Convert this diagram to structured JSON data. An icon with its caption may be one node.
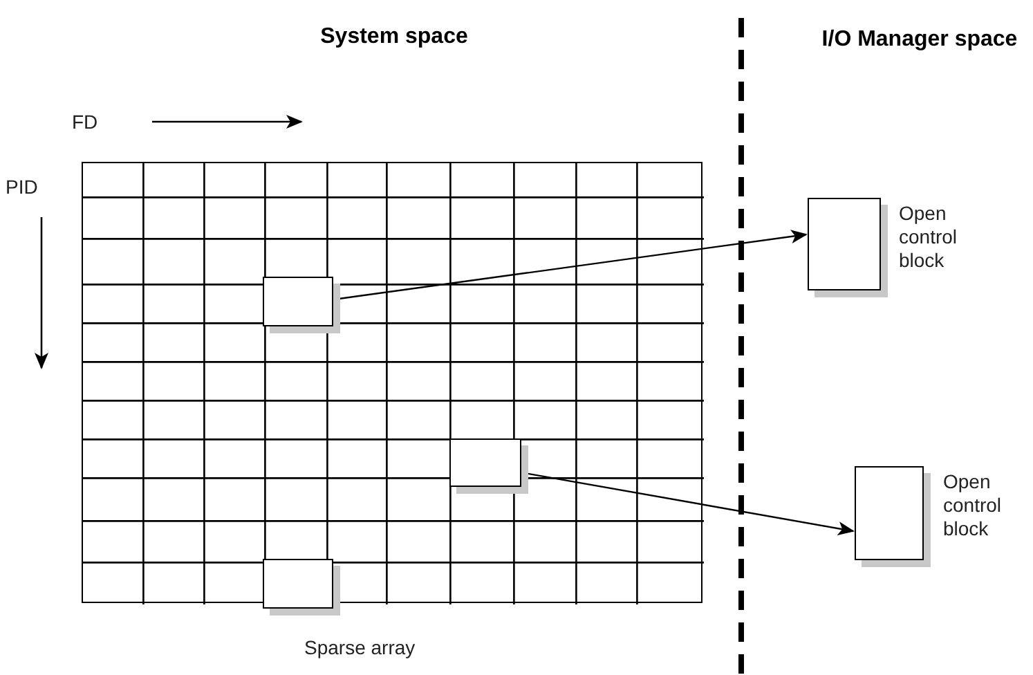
{
  "diagram": {
    "nodes": [
      {
        "text": [],
        "shape": "box",
        "beside": [
          "Sparse array"
        ]
      },
      {
        "text": [],
        "shape": "box",
        "in": 0
      },
      {
        "text": [],
        "shape": "box",
        "in": 0
      },
      {
        "text": [],
        "shape": "box",
        "in": 0
      },
      {
        "text": [],
        "shape": "box",
        "beside": [
          "Open control block"
        ]
      },
      {
        "text": [],
        "shape": "box",
        "beside": [
          "Open control block"
        ]
      }
    ],
    "edges": [
      {
        "from": 1,
        "to": 4,
        "arrow": "to"
      },
      {
        "from": 2,
        "to": 5,
        "arrow": "to"
      }
    ],
    "labels": [
      "System space",
      "I/O Manager space",
      "FD",
      "PID"
    ]
  }
}
